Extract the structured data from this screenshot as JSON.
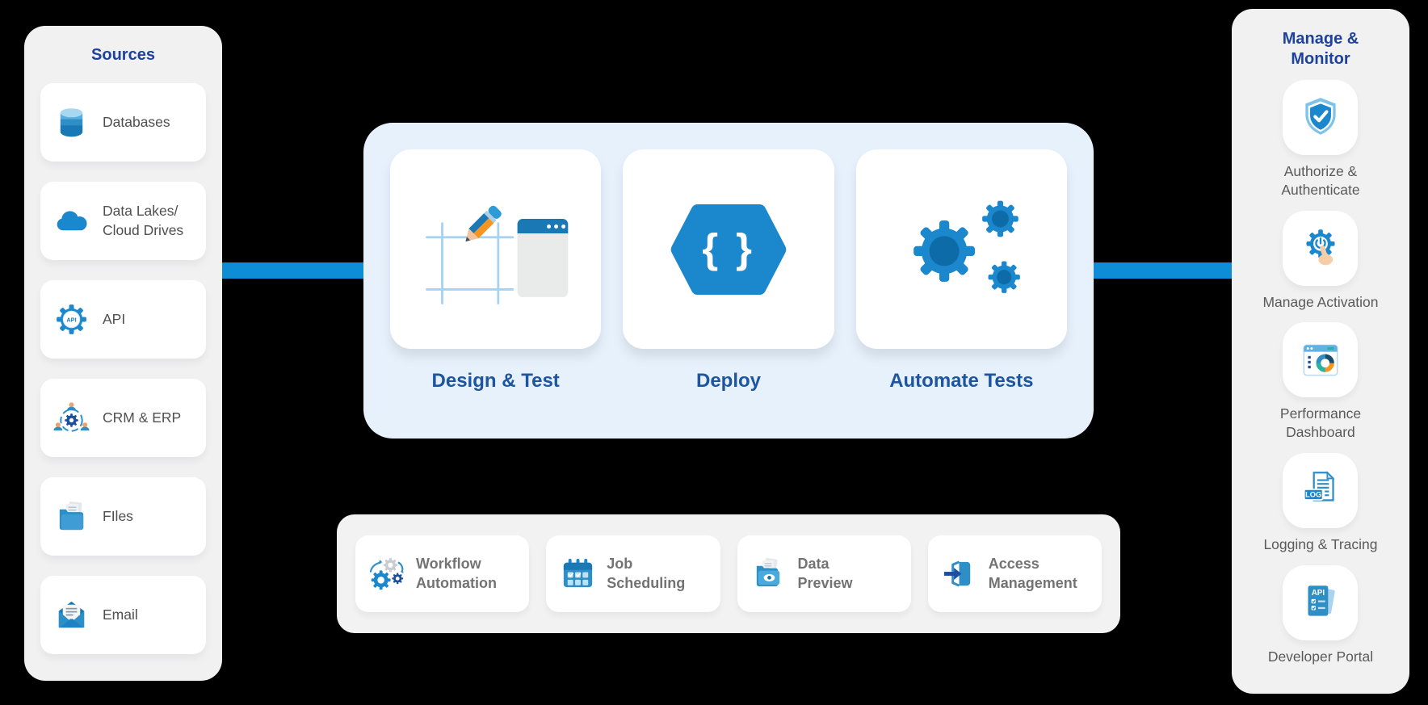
{
  "sources": {
    "title": "Sources",
    "items": [
      {
        "icon": "database-icon",
        "label": "Databases"
      },
      {
        "icon": "cloud-icon",
        "label": "Data Lakes/\nCloud Drives"
      },
      {
        "icon": "api-gear-icon",
        "label": "API"
      },
      {
        "icon": "crm-erp-icon",
        "label": "CRM & ERP"
      },
      {
        "icon": "files-icon",
        "label": "FIles"
      },
      {
        "icon": "email-icon",
        "label": "Email"
      }
    ]
  },
  "pipeline": {
    "stages": [
      {
        "icon": "design-test-icon",
        "label": "Design & Test"
      },
      {
        "icon": "deploy-icon",
        "label": "Deploy"
      },
      {
        "icon": "automate-tests-icon",
        "label": "Automate Tests"
      }
    ]
  },
  "features": {
    "items": [
      {
        "icon": "workflow-automation-icon",
        "label": "Workflow\nAutomation"
      },
      {
        "icon": "job-scheduling-icon",
        "label": "Job\nScheduling"
      },
      {
        "icon": "data-preview-icon",
        "label": "Data\nPreview"
      },
      {
        "icon": "access-management-icon",
        "label": "Access\nManagement"
      }
    ]
  },
  "manage": {
    "title": "Manage &\nMonitor",
    "items": [
      {
        "icon": "shield-check-icon",
        "label": "Authorize &\nAuthenticate"
      },
      {
        "icon": "activation-icon",
        "label": "Manage Activation"
      },
      {
        "icon": "performance-dashboard-icon",
        "label": "Performance\nDashboard"
      },
      {
        "icon": "logging-tracing-icon",
        "label": "Logging & Tracing"
      },
      {
        "icon": "developer-portal-icon",
        "label": "Developer Portal"
      }
    ]
  },
  "icon_text": {
    "api": "API",
    "deploy": "{ }",
    "log": "LOG",
    "dev_api": "API"
  },
  "colors": {
    "connector_blue": "#0f8cd6",
    "icon_blue": "#1b87cd",
    "icon_dark_blue": "#0d6ca8",
    "title_navy": "#1e419b",
    "stage_label_blue": "#1d55a0",
    "panel_gray": "#f1f1f2",
    "panel_light_blue": "#e7f1fb"
  }
}
